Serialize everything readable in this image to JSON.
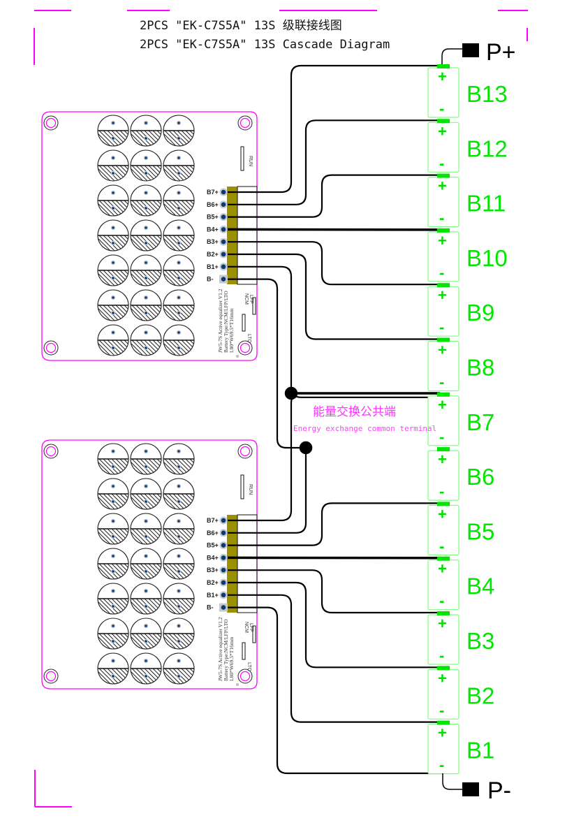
{
  "title": {
    "line1": "2PCS \"EK-C7S5A\"  13S 级联接线图",
    "line2": "2PCS \"EK-C7S5A\"  13S Cascade Diagram"
  },
  "boards": [
    {
      "id": "upper",
      "pins": [
        "B7+",
        "B6+",
        "B5+",
        "B4+",
        "B3+",
        "B2+",
        "B1+",
        "B-"
      ],
      "run_label": "RUN",
      "mode_labels": [
        "NCM",
        "LFP",
        "LTO"
      ],
      "info_lines": [
        "JW5-7S Active equalizer V1.2",
        "Battery Type:NCM/LFP/LTO",
        "L80*W69.5*T16mm"
      ]
    },
    {
      "id": "lower",
      "pins": [
        "B7+",
        "B6+",
        "B5+",
        "B4+",
        "B3+",
        "B2+",
        "B1+",
        "B-"
      ],
      "run_label": "RUN",
      "mode_labels": [
        "NCM",
        "LFP",
        "LTO"
      ],
      "info_lines": [
        "JW5-7S Active equalizer V1.2",
        "Battery Type:NCM/LFP/LTO",
        "L80*W69.5*T16mm"
      ]
    }
  ],
  "batteries": [
    "B13",
    "B12",
    "B11",
    "B10",
    "B9",
    "B8",
    "B7",
    "B6",
    "B5",
    "B4",
    "B3",
    "B2",
    "B1"
  ],
  "polarity": {
    "plus": "+",
    "minus": "-"
  },
  "terminals": {
    "positive": "P+",
    "negative": "P-"
  },
  "common_terminal": {
    "cn": "能量交换公共端",
    "en": "Energy exchange common terminal"
  },
  "colors": {
    "board_outline": "#ff00ff",
    "battery": "#00e600",
    "connector": "#9a9000",
    "wire": "#000000",
    "pin": "#0a3a7a"
  }
}
